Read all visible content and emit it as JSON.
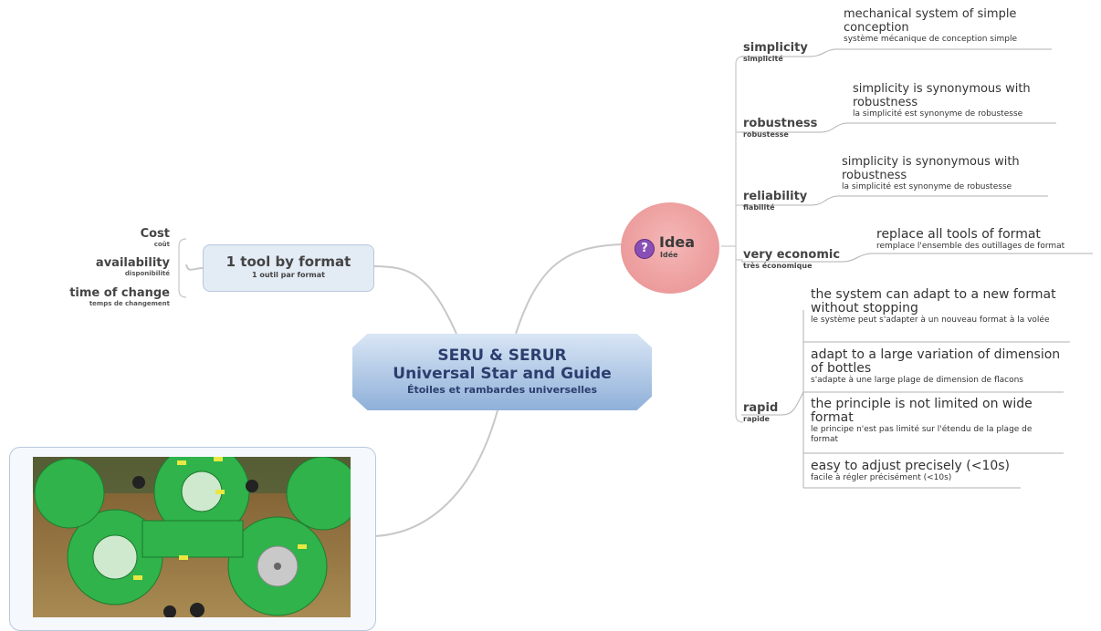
{
  "central": {
    "title_line1": "SERU & SERUR",
    "title_line2": "Universal Star and Guide",
    "subtitle": "Étoiles et rambardes universelles"
  },
  "idea": {
    "label": "Idea",
    "sub": "Idée",
    "icon": "question-icon"
  },
  "tool": {
    "label": "1 tool by format",
    "sub": "1 outil par format",
    "items": [
      {
        "label": "Cost",
        "sub": "coût"
      },
      {
        "label": "availability",
        "sub": "disponibilité"
      },
      {
        "label": "time of change",
        "sub": "temps de changement"
      }
    ]
  },
  "branches": {
    "simplicity": {
      "label": "simplicity",
      "sub": "simplicité",
      "en": "mechanical system of simple conception",
      "fr": "système mécanique de conception simple"
    },
    "robustness": {
      "label": "robustness",
      "sub": "robustesse",
      "en": "simplicity is synonymous with robustness",
      "fr": "la simplicité est synonyme de robustesse"
    },
    "reliability": {
      "label": "reliability",
      "sub": "fiabilité",
      "en": "simplicity is synonymous with robustness",
      "fr": "la simplicité est synonyme de robustesse"
    },
    "economic": {
      "label": "very economic",
      "sub": "très économique",
      "en": "replace all tools of format",
      "fr": "remplace l'ensemble des outillages de format"
    },
    "rapid": {
      "label": "rapid",
      "sub": "rapide",
      "leaves": [
        {
          "en": "the system can adapt to a new format without stopping",
          "fr": "le système peut s'adapter à un nouveau format à la volée"
        },
        {
          "en": "adapt to a large variation of dimension of bottles",
          "fr": "s'adapte à une large plage de dimension de flacons"
        },
        {
          "en": "the principle is not limited on wide format",
          "fr": "le principe n'est pas limité sur l'étendu de la plage de format"
        },
        {
          "en": "easy to adjust precisely (<10s)",
          "fr": "facile à régler précisément (<10s)"
        }
      ]
    }
  }
}
